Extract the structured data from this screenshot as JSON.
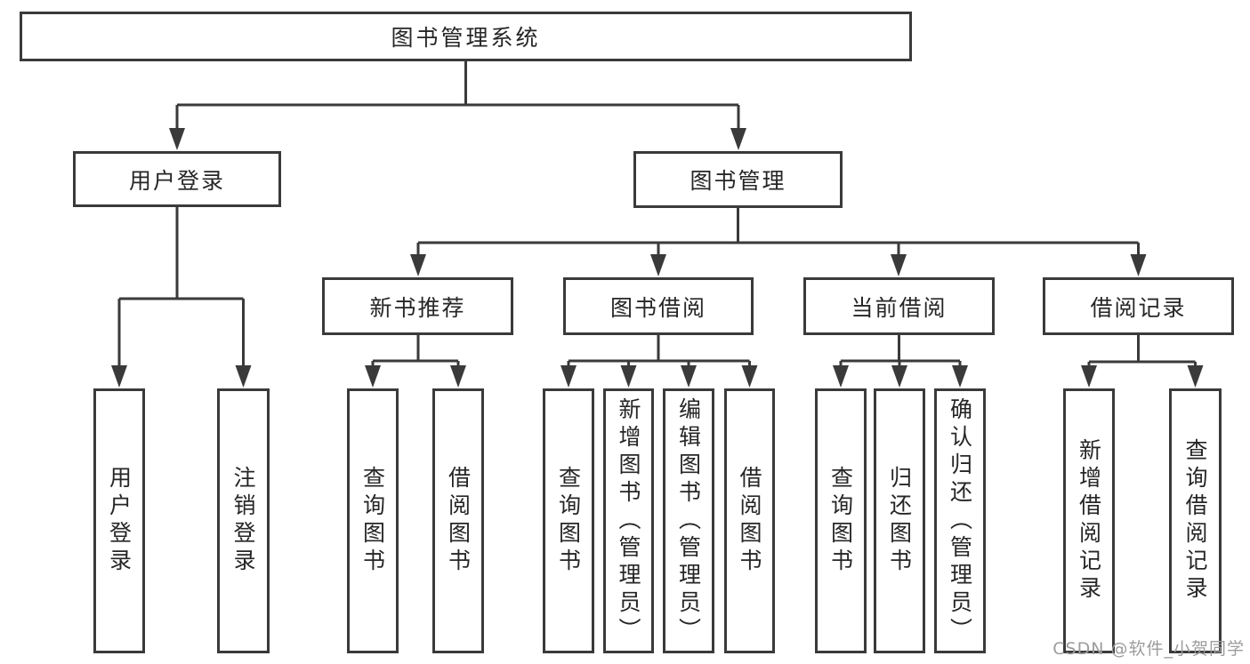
{
  "diagram": {
    "type": "hierarchy-tree",
    "colors": {
      "line": "#3a3a3a",
      "box_border": "#3a3a3a",
      "box_fill": "#ffffff",
      "text": "#262626",
      "watermark": "#9c9c9c"
    },
    "root": {
      "label": "图书管理系统"
    },
    "level2": [
      {
        "label": "用户登录"
      },
      {
        "label": "图书管理"
      }
    ],
    "level3": [
      {
        "parent": "图书管理",
        "label": "新书推荐"
      },
      {
        "parent": "图书管理",
        "label": "图书借阅"
      },
      {
        "parent": "图书管理",
        "label": "当前借阅"
      },
      {
        "parent": "图书管理",
        "label": "借阅记录"
      }
    ],
    "leaves": [
      {
        "parent": "用户登录",
        "label": "用户登录"
      },
      {
        "parent": "用户登录",
        "label": "注销登录"
      },
      {
        "parent": "新书推荐",
        "label": "查询图书"
      },
      {
        "parent": "新书推荐",
        "label": "借阅图书"
      },
      {
        "parent": "图书借阅",
        "label": "查询图书"
      },
      {
        "parent": "图书借阅",
        "label": "新增图书（管理员）"
      },
      {
        "parent": "图书借阅",
        "label": "编辑图书（管理员）"
      },
      {
        "parent": "图书借阅",
        "label": "借阅图书"
      },
      {
        "parent": "当前借阅",
        "label": "查询图书"
      },
      {
        "parent": "当前借阅",
        "label": "归还图书"
      },
      {
        "parent": "当前借阅",
        "label": "确认归还（管理员）"
      },
      {
        "parent": "借阅记录",
        "label": "新增借阅记录"
      },
      {
        "parent": "借阅记录",
        "label": "查询借阅记录"
      }
    ],
    "watermark": "CSDN @软件_小贺同学"
  }
}
